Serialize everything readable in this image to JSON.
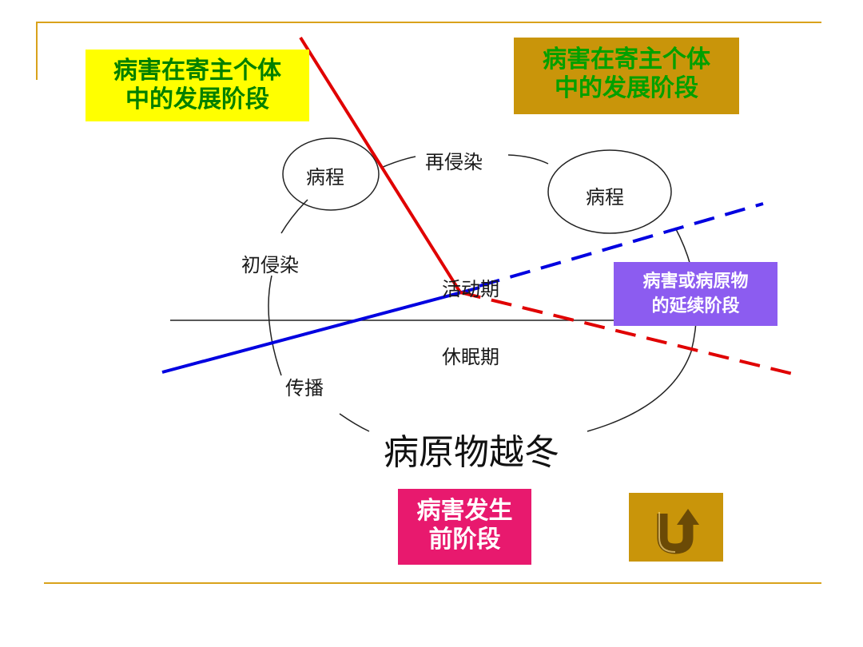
{
  "slide": {
    "box_top_left": {
      "line1": "病害在寄主个体",
      "line2": "中的发展阶段"
    },
    "box_top_right": {
      "line1": "病害在寄主个体",
      "line2": "中的发展阶段"
    },
    "box_purple": {
      "line1": "病害或病原物",
      "line2": "的延续阶段"
    },
    "box_pink": {
      "line1": "病害发生",
      "line2": "前阶段"
    },
    "return_icon": "u-turn-arrow-icon"
  },
  "diagram": {
    "circle_left_label": "病程",
    "circle_right_label": "病程",
    "reinfection": "再侵染",
    "primary_infection": "初侵染",
    "active_period": "活动期",
    "dormant_period": "休眠期",
    "spread": "传播",
    "overwintering": "病原物越冬"
  },
  "colors": {
    "accent_rule": "#d9a21b",
    "yellow_box": "#ffff00",
    "gold_box": "#c9950a",
    "purple_box": "#8c5cf0",
    "pink_box": "#e8196e",
    "red_line": "#e00000",
    "blue_line": "#0000e0",
    "green_text": "#008000"
  }
}
